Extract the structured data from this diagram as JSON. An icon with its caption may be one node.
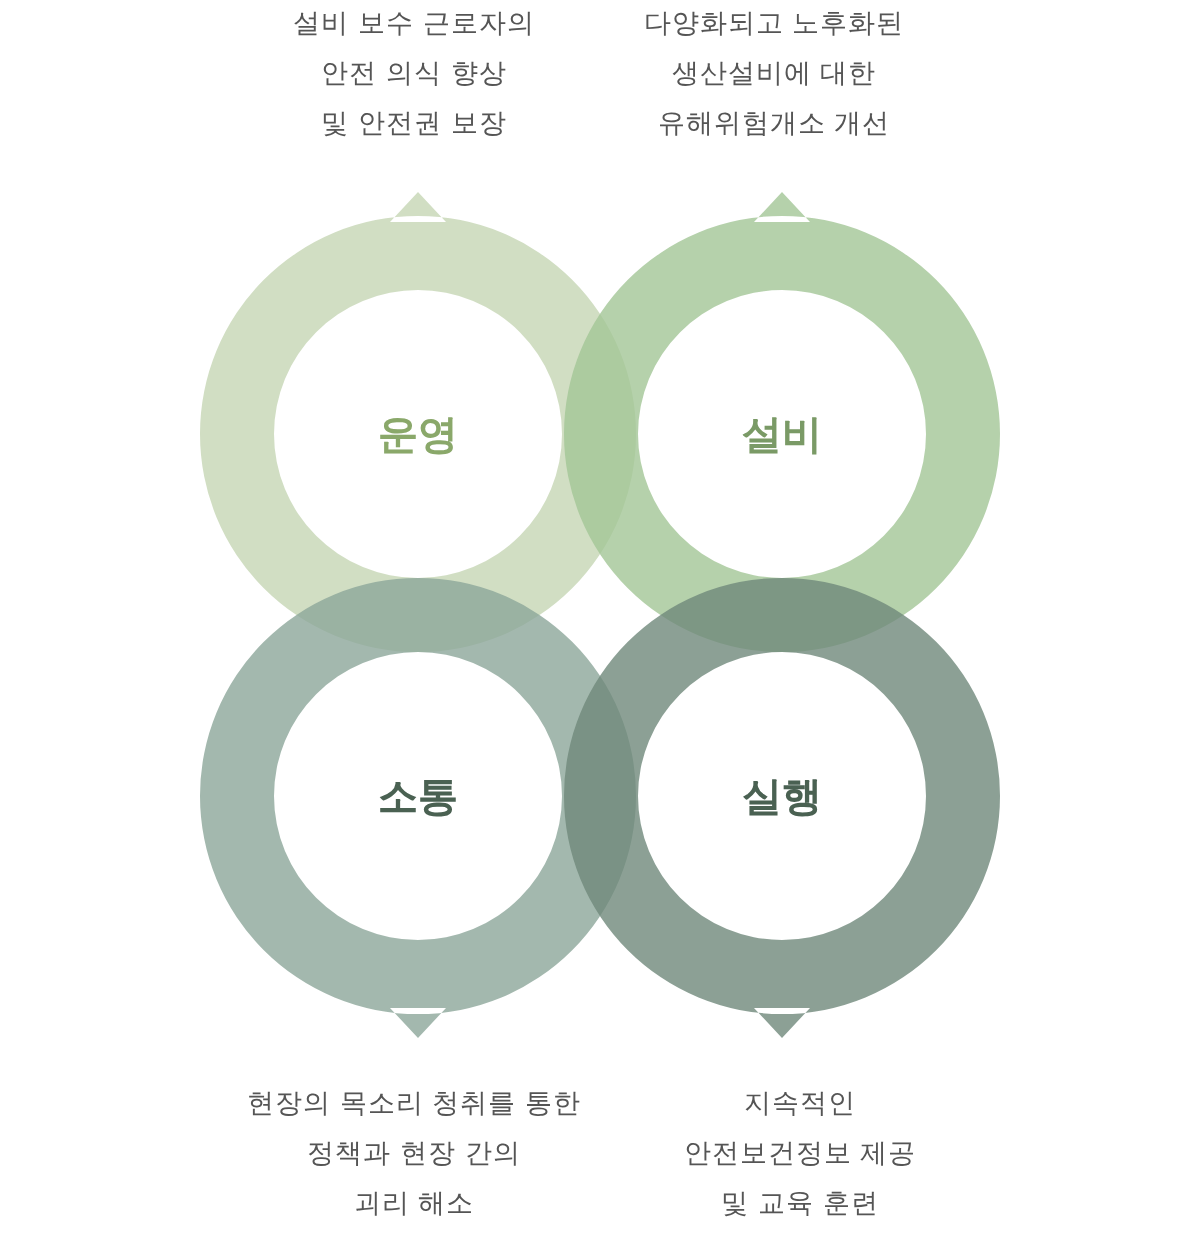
{
  "diagram": {
    "nodes": [
      {
        "text": [
          "운영"
        ],
        "beside": [
          "설비 보수 근로자의 안전 의식 향상 및 안전권 보장"
        ]
      },
      {
        "text": [
          "설비"
        ],
        "beside": [
          "다양화되고 노후화된 생산설비에 대한 유해위험개소 개선"
        ]
      },
      {
        "text": [
          "소통"
        ],
        "beside": [
          "현장의 목소리 청취를 통한 정책과 현장 간의 괴리 해소"
        ]
      },
      {
        "text": [
          "실행"
        ],
        "beside": [
          "지속적인 안전보건정보 제공 및 교육 훈련"
        ]
      }
    ]
  }
}
